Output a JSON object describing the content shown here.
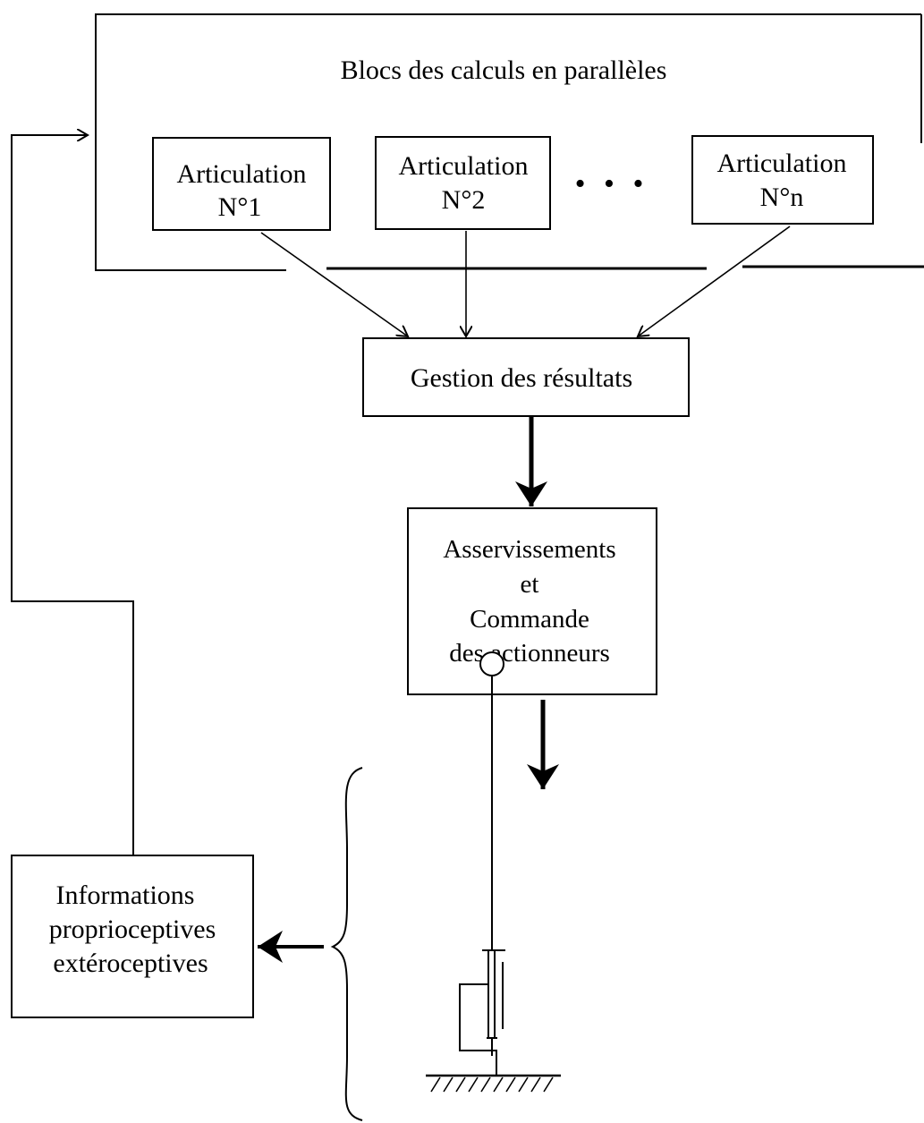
{
  "diagram": {
    "parallel_block": {
      "title": "Blocs des calculs en parallèles"
    },
    "articulations": [
      {
        "line1": "Articulation",
        "line2": "N°1"
      },
      {
        "line1": "Articulation",
        "line2": "N°2"
      },
      {
        "line1": "Articulation",
        "line2": "N°n"
      }
    ],
    "ellipsis": "• • •",
    "results": {
      "label": "Gestion des résultats"
    },
    "control": {
      "line1": "Asservissements",
      "line2": "et",
      "line3": "Commande",
      "line4": "des actionneurs"
    },
    "sensors": {
      "line1": "Informations",
      "line2": "proprioceptives",
      "line3": "extéroceptives"
    }
  }
}
